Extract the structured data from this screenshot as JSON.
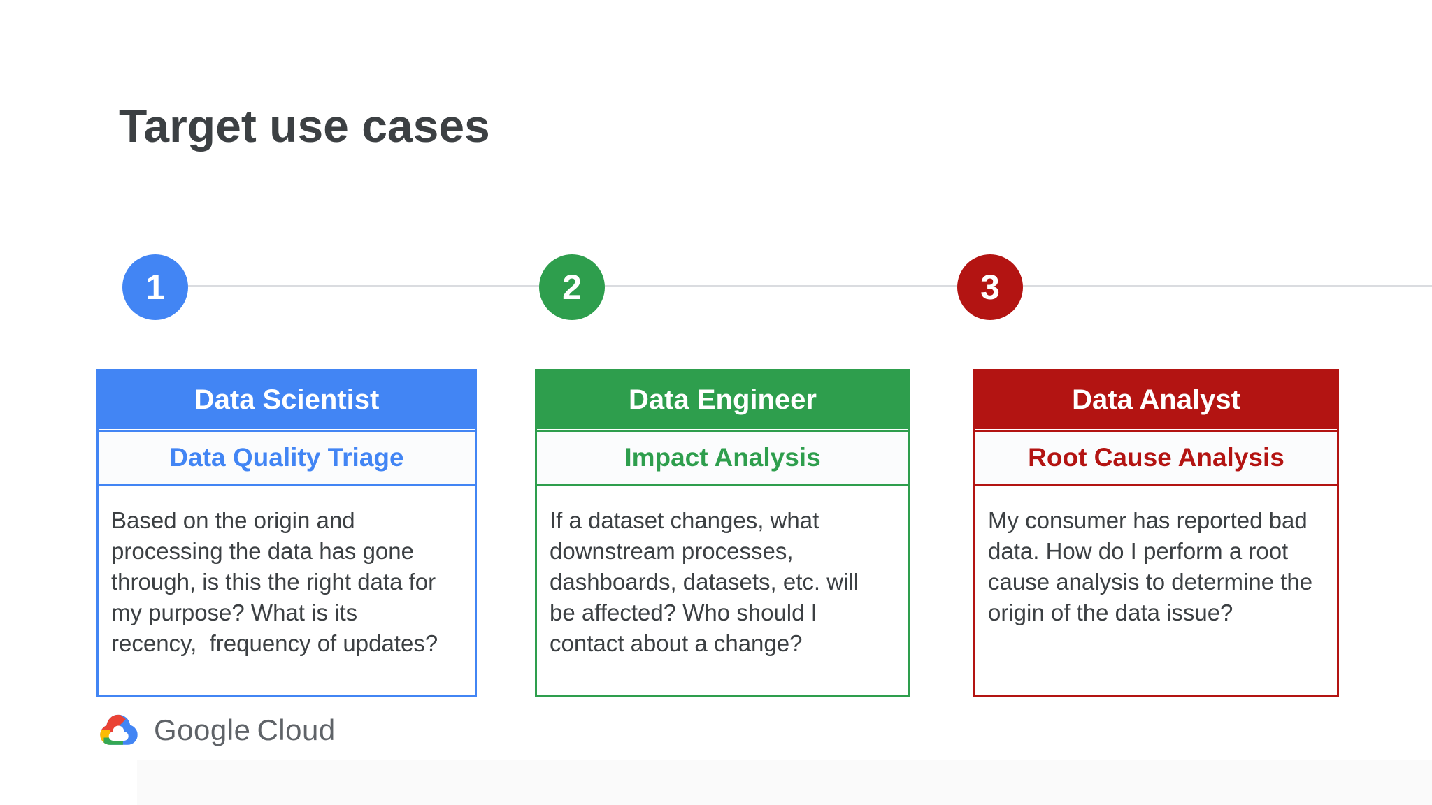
{
  "slide": {
    "title": "Target use cases",
    "steps": [
      {
        "number": "1",
        "role": "Data Scientist",
        "use_case": "Data Quality Triage",
        "description": "Based on the origin and\nprocessing the data has gone\nthrough, is this the right data for\nmy purpose? What is its\nrecency,  frequency of updates?",
        "color": "#4285F4"
      },
      {
        "number": "2",
        "role": "Data Engineer",
        "use_case": "Impact Analysis",
        "description": "If a dataset changes, what\ndownstream processes,\ndashboards, datasets, etc. will\nbe affected? Who should I\ncontact about a change?",
        "color": "#2E9E4D"
      },
      {
        "number": "3",
        "role": "Data Analyst",
        "use_case": "Root Cause Analysis",
        "description": "My consumer has reported bad\ndata. How do I perform a root\ncause analysis to determine the\norigin of the data issue?",
        "color": "#B31412"
      }
    ],
    "logo": {
      "google": "Google",
      "cloud": "Cloud"
    },
    "colors": {
      "title_text": "#3C4043",
      "body_text": "#3C4043",
      "connector_line": "#DADCE0",
      "logo_text": "#5F6368",
      "google_blue": "#4285F4",
      "google_red": "#EA4335",
      "google_yellow": "#FBBC04",
      "google_green": "#34A853"
    }
  }
}
